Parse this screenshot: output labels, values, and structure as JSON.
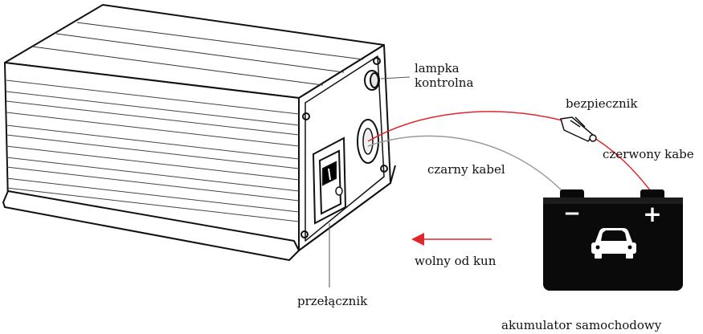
{
  "labels": {
    "indicator_lamp_line1": "lampka",
    "indicator_lamp_line2": "kontrolna",
    "fuse": "bezpiecznik",
    "red_cable": "czerwony kabe",
    "black_cable": "czarny kabel",
    "away_from_horse": "wolny od kun",
    "switch": "przełącznik",
    "car_battery": "akumulator samochodowy"
  },
  "battery": {
    "minus_symbol": "−",
    "plus_symbol": "+",
    "icon": "car-icon"
  },
  "colors": {
    "red_cable": "#e0262a",
    "black_cable": "#9a9a9a",
    "arrow": "#e0262a",
    "battery_body": "#0a0a0a"
  }
}
